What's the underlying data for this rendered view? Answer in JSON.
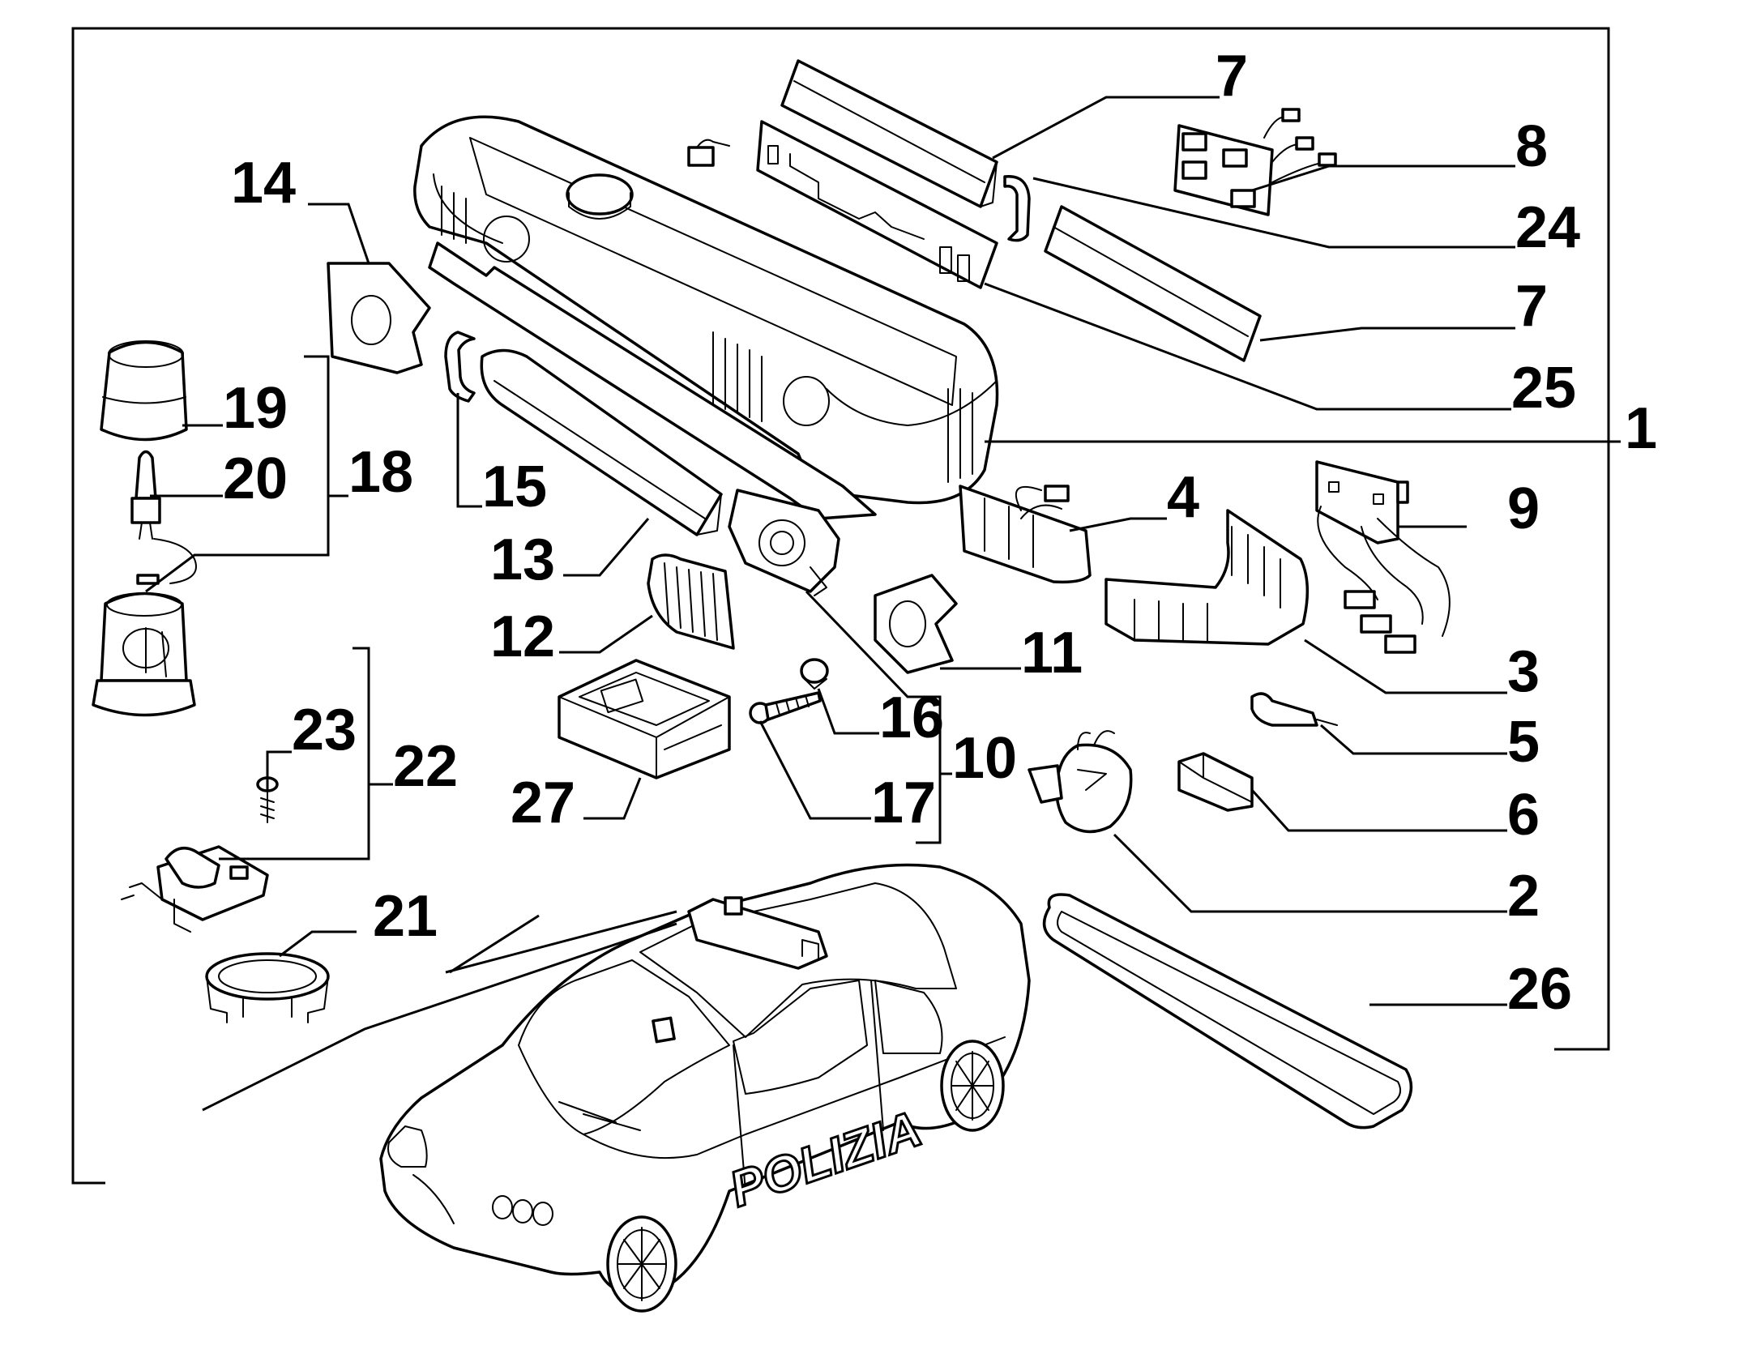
{
  "callouts": [
    {
      "id": "1",
      "label": "1"
    },
    {
      "id": "2",
      "label": "2"
    },
    {
      "id": "3",
      "label": "3"
    },
    {
      "id": "4",
      "label": "4"
    },
    {
      "id": "5",
      "label": "5"
    },
    {
      "id": "6",
      "label": "6"
    },
    {
      "id": "7a",
      "label": "7"
    },
    {
      "id": "7b",
      "label": "7"
    },
    {
      "id": "8",
      "label": "8"
    },
    {
      "id": "9",
      "label": "9"
    },
    {
      "id": "10",
      "label": "10"
    },
    {
      "id": "11",
      "label": "11"
    },
    {
      "id": "12",
      "label": "12"
    },
    {
      "id": "13",
      "label": "13"
    },
    {
      "id": "14",
      "label": "14"
    },
    {
      "id": "15",
      "label": "15"
    },
    {
      "id": "16",
      "label": "16"
    },
    {
      "id": "17",
      "label": "17"
    },
    {
      "id": "18",
      "label": "18"
    },
    {
      "id": "19",
      "label": "19"
    },
    {
      "id": "20",
      "label": "20"
    },
    {
      "id": "21",
      "label": "21"
    },
    {
      "id": "22",
      "label": "22"
    },
    {
      "id": "23",
      "label": "23"
    },
    {
      "id": "24",
      "label": "24"
    },
    {
      "id": "25",
      "label": "25"
    },
    {
      "id": "26",
      "label": "26"
    },
    {
      "id": "27",
      "label": "27"
    }
  ],
  "vehicle": {
    "door_text": "POLIZIA"
  }
}
